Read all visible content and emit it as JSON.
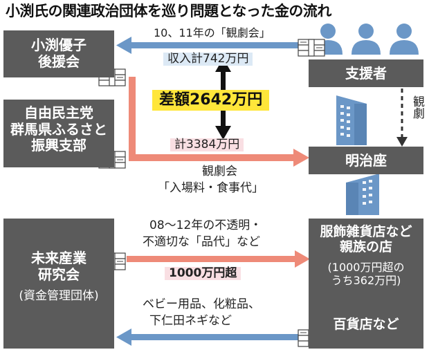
{
  "title": "小渕氏の関連政治団体を巡り問題となった金の流れ",
  "boxes": {
    "obuchi": [
      "小渕優子",
      "後援会"
    ],
    "ldp": [
      "自由民主党",
      "群馬県ふるさと",
      "振興支部"
    ],
    "supporters": "支援者",
    "meijiza": "明治座",
    "mirai": [
      "未来産業",
      "研究会"
    ],
    "mirai_note": "(資金管理団体)",
    "stores_top": [
      "服飾雑貨店など",
      "親族の店"
    ],
    "stores_note": [
      "(1000万円超の",
      "うち362万円)"
    ],
    "dept": "百貨店など"
  },
  "labels": {
    "tickets_year": "10、11年の「観劇会」",
    "income": "収入計742万円",
    "difference": "差額2642万円",
    "total": "計3384万円",
    "theater_event": "観劇会",
    "fees": "「入場料・食事代」",
    "kangeki_vertical": "観劇",
    "opaque_line1": "08～12年の不透明・",
    "opaque_line2": "不適切な「品代」など",
    "over_amount": "1000万円超",
    "goods_line1": "ベビー用品、化粧品、",
    "goods_line2": "下仁田ネギなど"
  },
  "colors": {
    "box": "#5b5b5b",
    "blue_arrow": "#6b97c7",
    "pink_arrow": "#ee8a78",
    "highlight_yellow": "#ffe63a",
    "highlight_blue": "#dce9f5",
    "highlight_pink": "#f9dfe3",
    "building": "#6b97c7"
  },
  "icons": [
    "money-bundle-icon",
    "person-icon",
    "building-icon",
    "double-arrow-icon",
    "dashed-arrow-icon"
  ]
}
